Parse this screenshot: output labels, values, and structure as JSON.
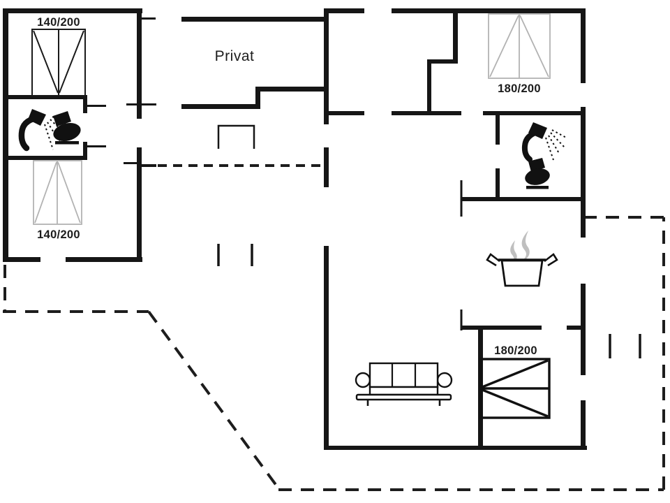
{
  "plan": {
    "type": "floor-plan",
    "room_label": "Privat",
    "beds": [
      {
        "id": "bed-top-left",
        "size": "140/200",
        "style": "dark"
      },
      {
        "id": "bed-bottom-left",
        "size": "140/200",
        "style": "light"
      },
      {
        "id": "bed-top-right",
        "size": "180/200",
        "style": "light"
      },
      {
        "id": "bed-bottom-right",
        "size": "180/200",
        "style": "dark"
      }
    ],
    "icons": {
      "shower_left": "shower-head-icon",
      "toilet_left": "toilet-icon",
      "shower_right": "shower-head-icon",
      "toilet_right": "toilet-icon",
      "stove": "pot-with-steam-icon",
      "sofa": "sofa-icon"
    },
    "colors": {
      "wall": "#161616",
      "furniture_light": "#b2b2b2",
      "steam": "#bfbfbf",
      "background": "#ffffff"
    }
  }
}
